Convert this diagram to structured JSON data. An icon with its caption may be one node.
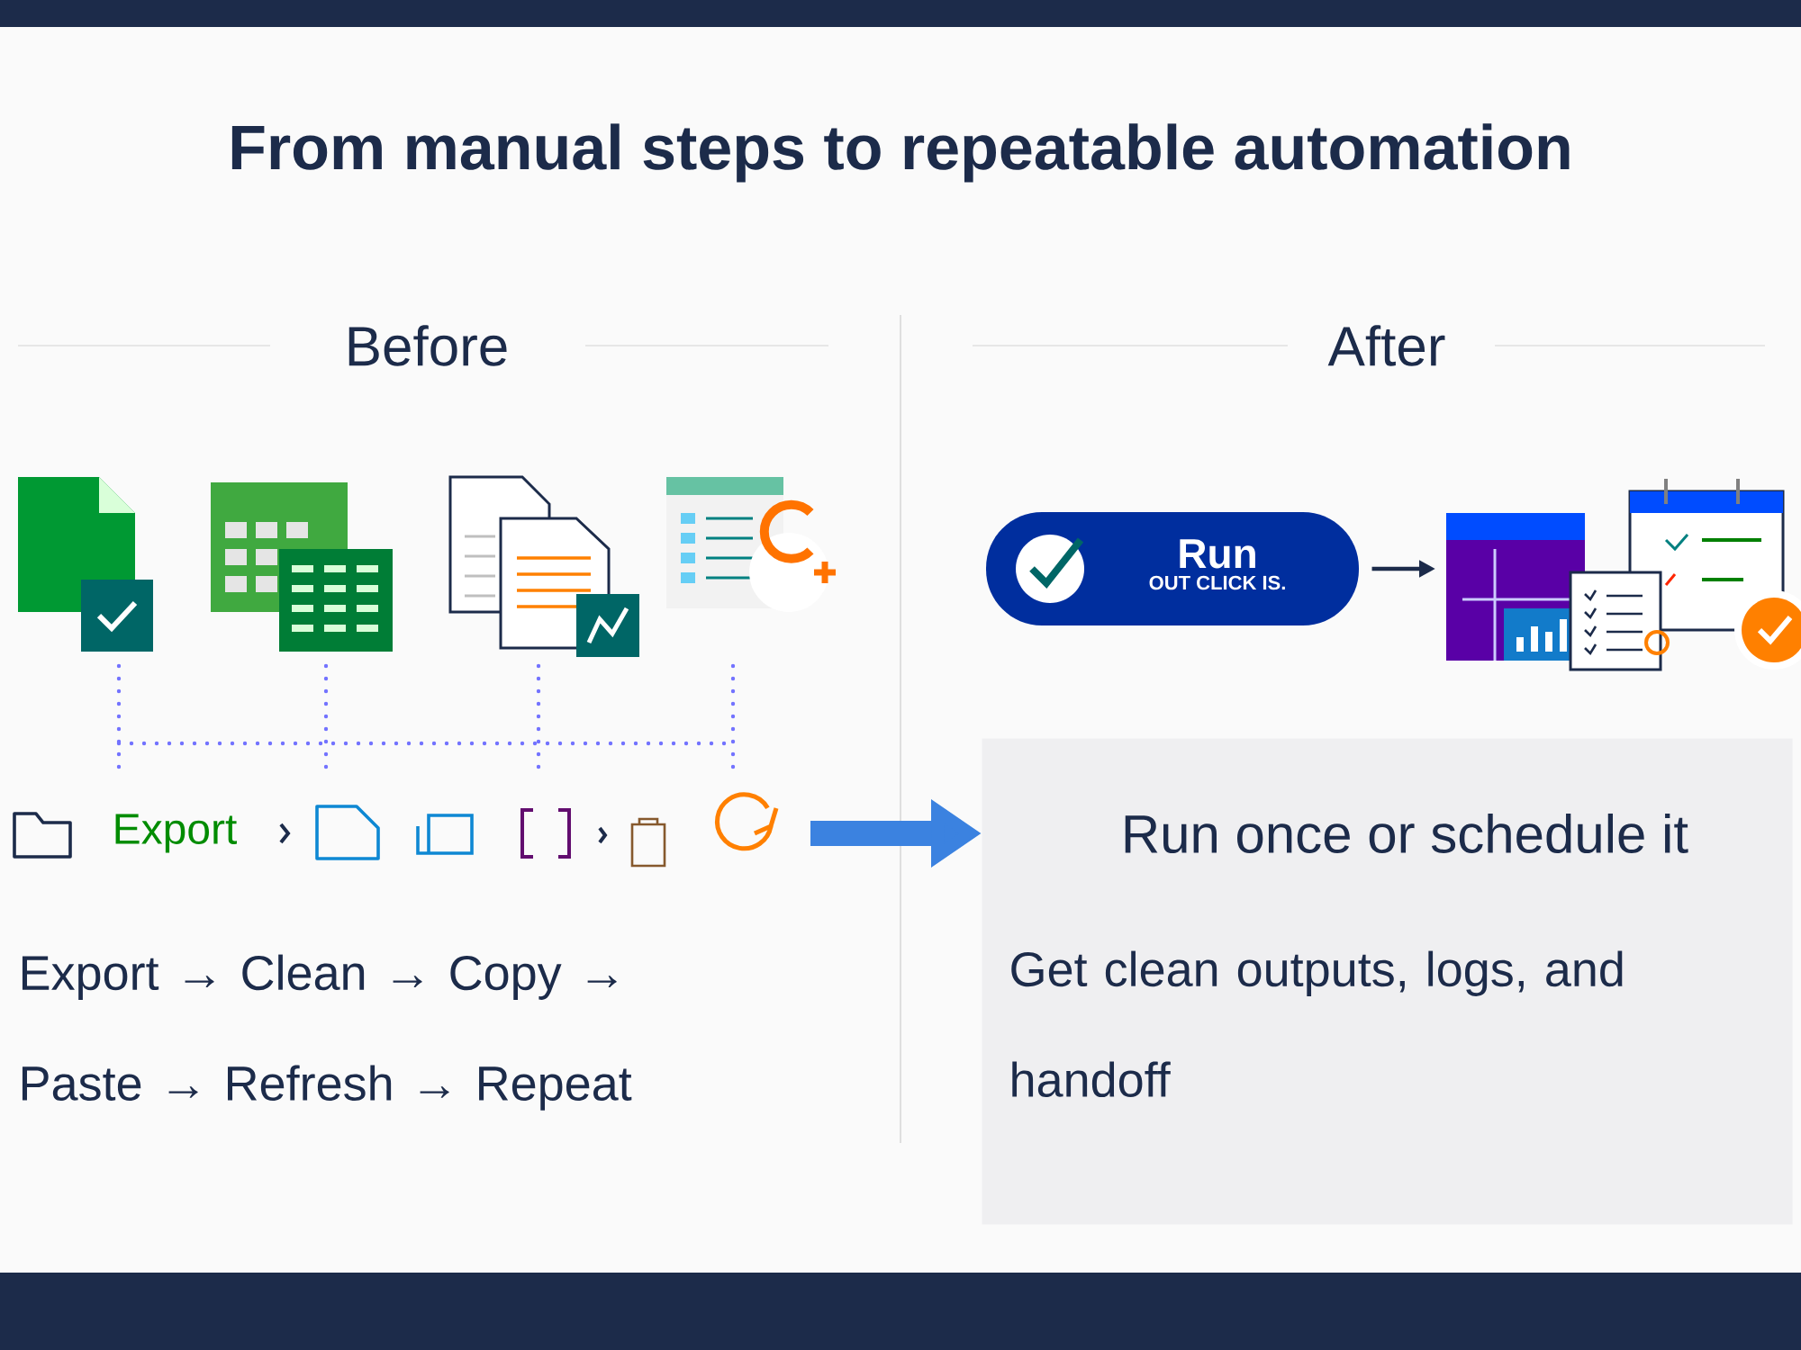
{
  "diagram": {
    "title": "From manual steps to repeatable automation",
    "nodes": [
      {
        "text": [
          "Run",
          "OUT CLICK IS."
        ]
      },
      {
        "text": [],
        "shape": "picture"
      },
      {
        "text": [
          "Run once or schedule it",
          "Get clean outputs, logs, and handoff"
        ]
      }
    ],
    "edges": [
      {
        "from": 0,
        "to": 1,
        "arrow": "to"
      },
      {
        "from": null,
        "to": 2,
        "arrow": "to",
        "style": "thick",
        "color": "#3b82e0"
      }
    ],
    "labels": [
      "Before",
      "After",
      "Export",
      "Export → Clean → Copy → Paste → Refresh → Repeat"
    ]
  }
}
